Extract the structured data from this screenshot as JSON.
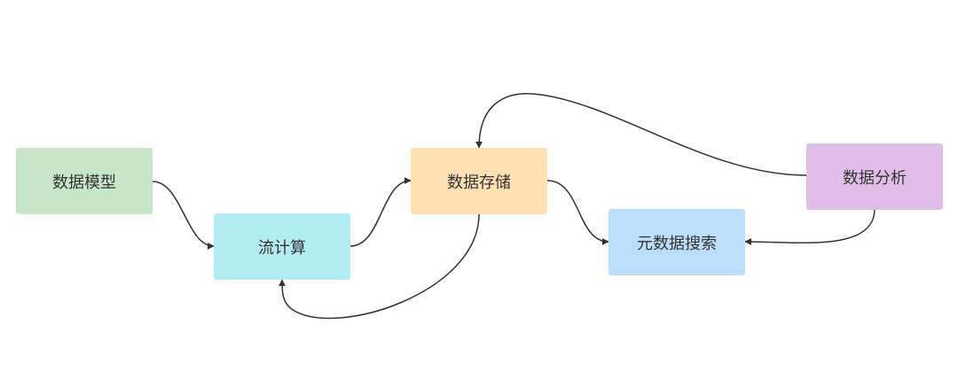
{
  "diagram": {
    "nodes": {
      "model": {
        "label": "数据模型",
        "color": "#c8e6c9"
      },
      "stream": {
        "label": "流计算",
        "color": "#b2ebf2"
      },
      "storage": {
        "label": "数据存储",
        "color": "#ffe0b2"
      },
      "search": {
        "label": "元数据搜索",
        "color": "#bbdefb"
      },
      "analysis": {
        "label": "数据分析",
        "color": "#e1bee7"
      }
    },
    "edges": [
      {
        "from": "数据模型",
        "to": "流计算"
      },
      {
        "from": "流计算",
        "to": "数据存储"
      },
      {
        "from": "数据存储",
        "to": "元数据搜索"
      },
      {
        "from": "数据存储",
        "to": "流计算"
      },
      {
        "from": "数据分析",
        "to": "数据存储"
      },
      {
        "from": "数据分析",
        "to": "元数据搜索"
      }
    ],
    "edge_color": "#333333"
  }
}
